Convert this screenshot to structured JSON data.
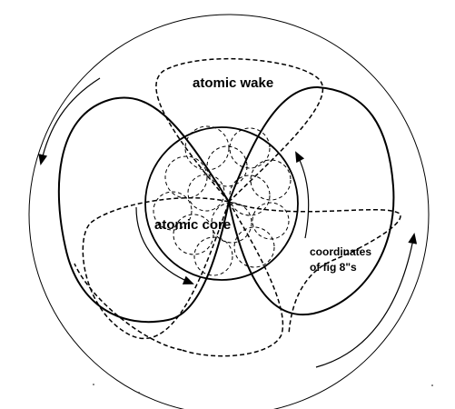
{
  "labels": {
    "wake": "atomic wake",
    "core": "atomic core",
    "coordinates_line1": "coordinates",
    "coordinates_line2": "of fig 8\"s"
  },
  "colors": {
    "ink": "#000000",
    "background": "#ffffff"
  }
}
